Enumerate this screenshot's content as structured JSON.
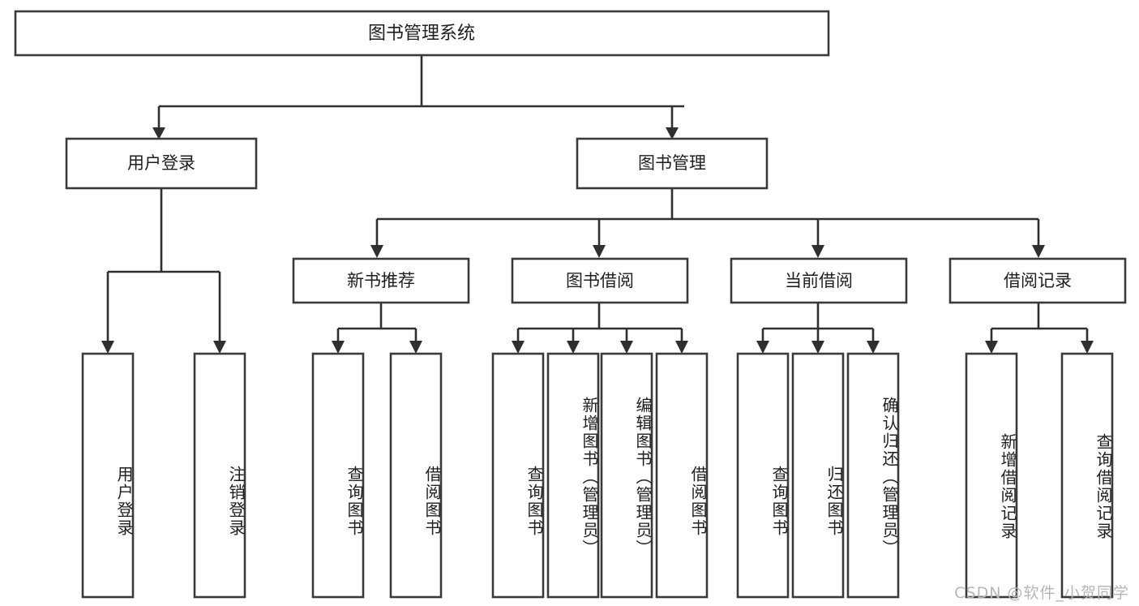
{
  "diagram": {
    "title": "图书管理系统",
    "type": "tree-hierarchy",
    "watermark": "CSDN @软件_小贺同学",
    "colors": {
      "box_stroke": "#3a3a3a",
      "connector": "#2f2f2f",
      "box_fill": "#ffffff",
      "text": "#1e1e1e",
      "watermark": "#b6b6b6"
    },
    "root": {
      "label": "图书管理系统"
    },
    "level2": [
      {
        "label": "用户登录"
      },
      {
        "label": "图书管理"
      }
    ],
    "level3": [
      {
        "label": "新书推荐"
      },
      {
        "label": "图书借阅"
      },
      {
        "label": "当前借阅"
      },
      {
        "label": "借阅记录"
      }
    ],
    "leaves": {
      "user_login": [
        {
          "label": "用户登录"
        },
        {
          "label": "注销登录"
        }
      ],
      "new_book_recommend": [
        {
          "label": "查询图书"
        },
        {
          "label": "借阅图书"
        }
      ],
      "book_borrow": [
        {
          "label": "查询图书"
        },
        {
          "label": "新增图书（管理员）"
        },
        {
          "label": "编辑图书（管理员）"
        },
        {
          "label": "借阅图书"
        }
      ],
      "current_borrow": [
        {
          "label": "查询图书"
        },
        {
          "label": "归还图书"
        },
        {
          "label": "确认归还（管理员）"
        }
      ],
      "borrow_records": [
        {
          "label": "新增借阅记录"
        },
        {
          "label": "查询借阅记录"
        }
      ]
    }
  }
}
